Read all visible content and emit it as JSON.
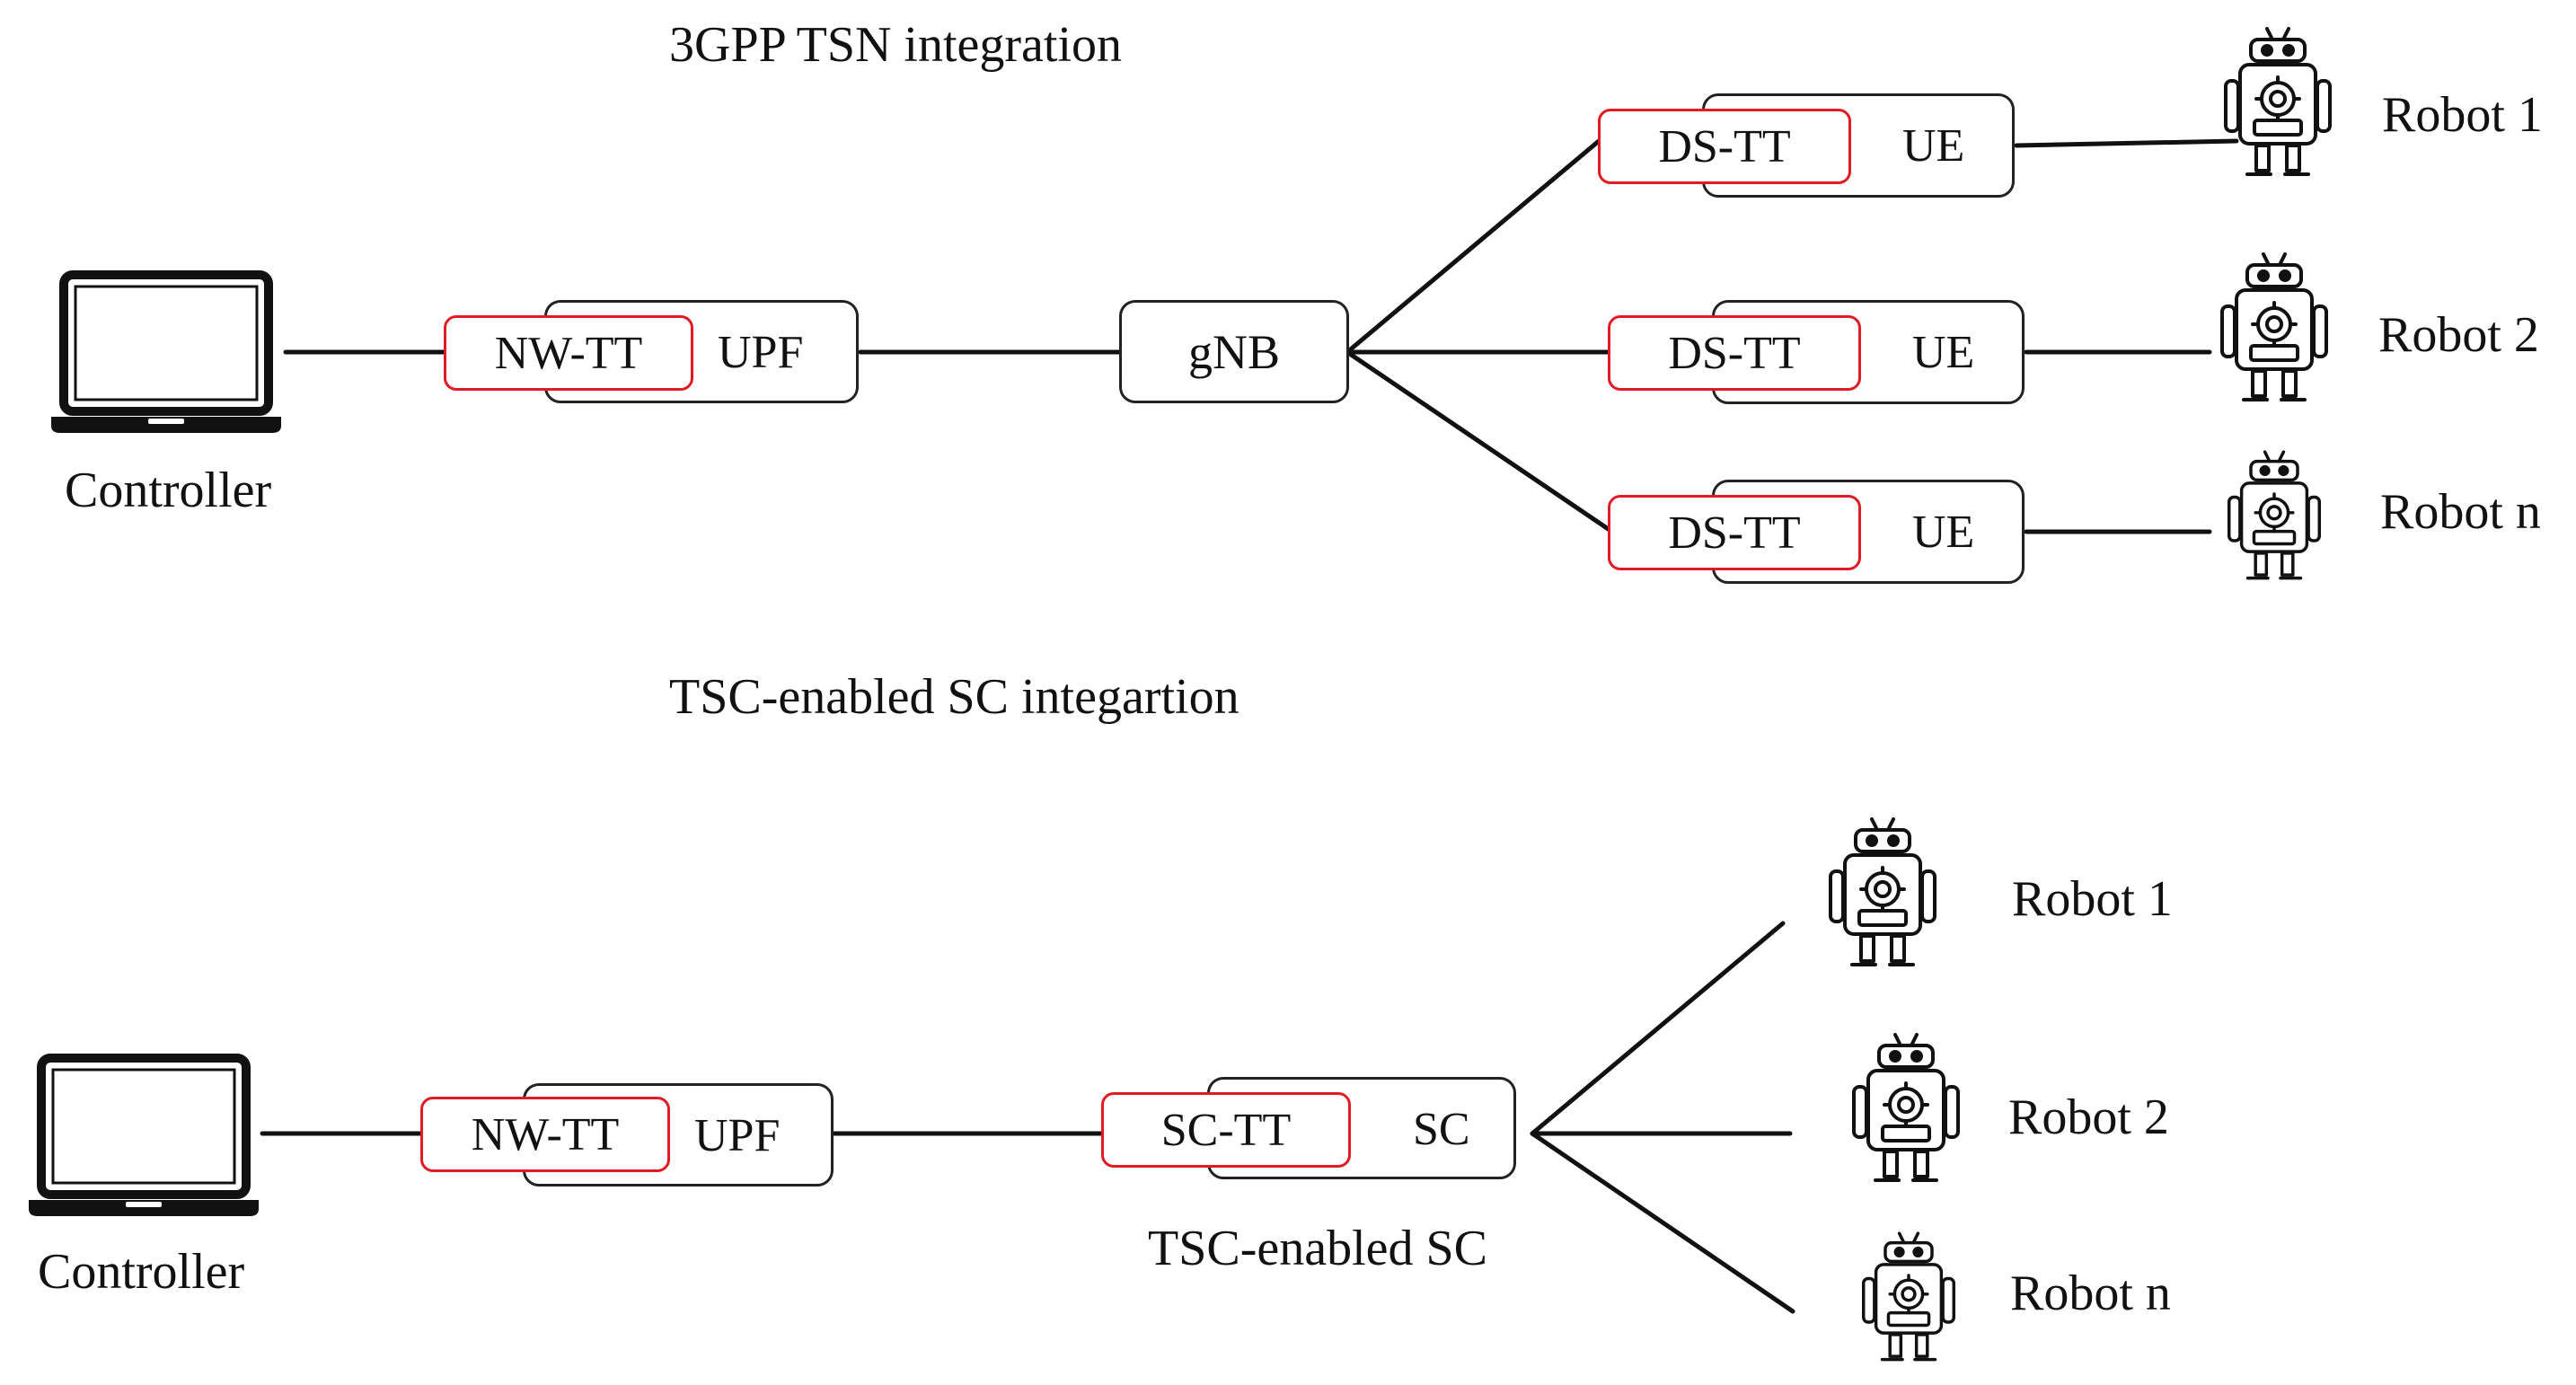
{
  "top": {
    "heading": "3GPP TSN integration",
    "controller": "Controller",
    "nwtt": "NW-TT",
    "upf": "UPF",
    "gnb": "gNB",
    "ue_rows": [
      {
        "tt": "DS-TT",
        "ue": "UE",
        "robot": "Robot 1"
      },
      {
        "tt": "DS-TT",
        "ue": "UE",
        "robot": "Robot 2"
      },
      {
        "tt": "DS-TT",
        "ue": "UE",
        "robot": "Robot n"
      }
    ]
  },
  "bottom": {
    "heading": "TSC-enabled SC integartion",
    "controller": "Controller",
    "nwtt": "NW-TT",
    "upf": "UPF",
    "sctt": "SC-TT",
    "sc": "SC",
    "sc_caption": "TSC-enabled SC",
    "robots": [
      "Robot 1",
      "Robot 2",
      "Robot n"
    ]
  },
  "colors": {
    "translator_border": "#e01b24",
    "node_border": "#222222"
  },
  "icons": [
    "laptop-icon",
    "robot-icon"
  ]
}
